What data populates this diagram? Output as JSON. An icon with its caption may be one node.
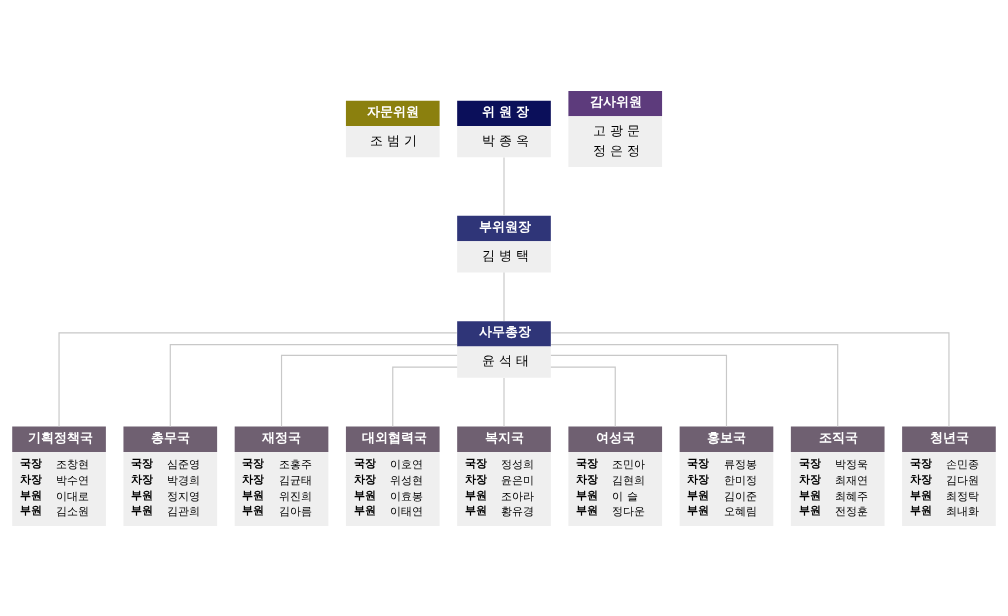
{
  "diagram": {
    "nodes": [
      {
        "text": [
          "자문위원",
          "조 범 기"
        ]
      },
      {
        "text": [
          "위 원 장",
          "박 종 옥"
        ]
      },
      {
        "text": [
          "감사위원",
          "고 광 문",
          "정 은 정"
        ]
      },
      {
        "text": [
          "부위원장",
          "김 병 택"
        ]
      },
      {
        "text": [
          "사무총장",
          "윤 석 태"
        ]
      },
      {
        "text": [
          "기획정책국",
          "국장 조창현",
          "차장 박수연",
          "부원 이대로",
          "부원 김소원"
        ]
      },
      {
        "text": [
          "총무국",
          "국장 심준영",
          "차장 박경희",
          "부원 정지영",
          "부원 김관희"
        ]
      },
      {
        "text": [
          "재정국",
          "국장 조홍주",
          "차장 김균태",
          "부원 위진희",
          "부원 김아름"
        ]
      },
      {
        "text": [
          "대외협력국",
          "국장 이호연",
          "차장 위성현",
          "부원 이효봉",
          "부원 이태연"
        ]
      },
      {
        "text": [
          "복지국",
          "국장 정성희",
          "차장 윤은미",
          "부원 조아라",
          "부원 황유경"
        ]
      },
      {
        "text": [
          "여성국",
          "국장 조민아",
          "차장 김현희",
          "부원 이 슬",
          "부원 정다운"
        ]
      },
      {
        "text": [
          "홍보국",
          "국장 류정봉",
          "차장 한미정",
          "부원 김이준",
          "부원 오혜림"
        ]
      },
      {
        "text": [
          "조직국",
          "국장 박정욱",
          "차장 최재연",
          "부원 최혜주",
          "부원 전정훈"
        ]
      },
      {
        "text": [
          "청년국",
          "국장 손민종",
          "차장 김다원",
          "부원 최정탁",
          "부원 최내화"
        ]
      }
    ],
    "edges": [
      {
        "from": 1,
        "to": 3,
        "arrow": "none"
      },
      {
        "from": 3,
        "to": 4,
        "arrow": "none"
      },
      {
        "from": 4,
        "to": 5,
        "arrow": "none"
      },
      {
        "from": 4,
        "to": 6,
        "arrow": "none"
      },
      {
        "from": 4,
        "to": 7,
        "arrow": "none"
      },
      {
        "from": 4,
        "to": 8,
        "arrow": "none"
      },
      {
        "from": 4,
        "to": 9,
        "arrow": "none"
      },
      {
        "from": 4,
        "to": 10,
        "arrow": "none"
      },
      {
        "from": 4,
        "to": 11,
        "arrow": "none"
      },
      {
        "from": 4,
        "to": 12,
        "arrow": "none"
      },
      {
        "from": 4,
        "to": 13,
        "arrow": "none"
      }
    ]
  }
}
